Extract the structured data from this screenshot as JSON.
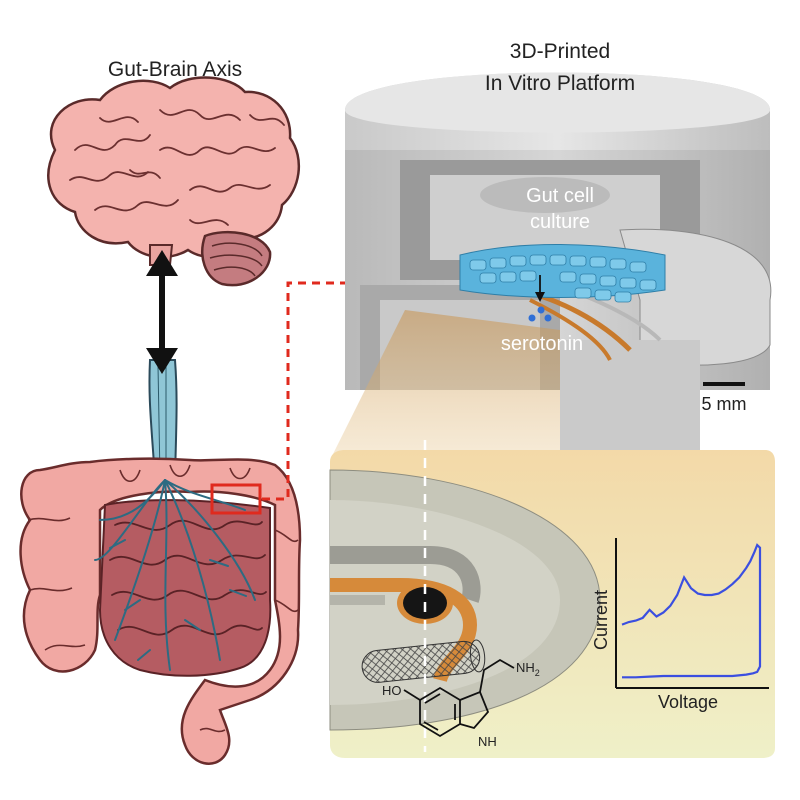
{
  "titles": {
    "gut_brain_axis": "Gut-Brain Axis",
    "platform_line1": "3D-Printed",
    "platform_line2": "In Vitro Platform"
  },
  "labels": {
    "cell_line1": "Gut cell",
    "cell_line2": "culture",
    "serotonin": "serotonin",
    "scale_bar": "5 mm",
    "nh2": "NH",
    "nh2_sub": "2",
    "ho": "HO",
    "nh": "N",
    "h": "H"
  },
  "chart_data": {
    "type": "line",
    "xlabel": "Voltage",
    "ylabel": "Current",
    "series": [
      {
        "x": [
          0,
          0.05,
          0.1,
          0.15,
          0.2,
          0.25,
          0.3,
          0.35,
          0.4,
          0.45,
          0.5,
          0.55,
          0.6,
          0.65,
          0.7,
          0.75,
          0.8,
          0.85,
          0.9,
          0.93,
          0.96,
          0.98,
          1.0,
          1.0,
          0.98,
          0.95,
          0.9,
          0.8,
          0.7,
          0.6,
          0.5,
          0.4,
          0.3,
          0.2,
          0.1,
          0.05,
          0
        ],
        "y": [
          0.41,
          0.43,
          0.44,
          0.46,
          0.52,
          0.47,
          0.5,
          0.55,
          0.63,
          0.76,
          0.68,
          0.64,
          0.63,
          0.63,
          0.64,
          0.67,
          0.71,
          0.76,
          0.83,
          0.88,
          0.95,
          1.0,
          0.98,
          0.1,
          0.06,
          0.05,
          0.04,
          0.03,
          0.03,
          0.03,
          0.03,
          0.03,
          0.03,
          0.025,
          0.02,
          0.02,
          0.02
        ]
      }
    ]
  }
}
